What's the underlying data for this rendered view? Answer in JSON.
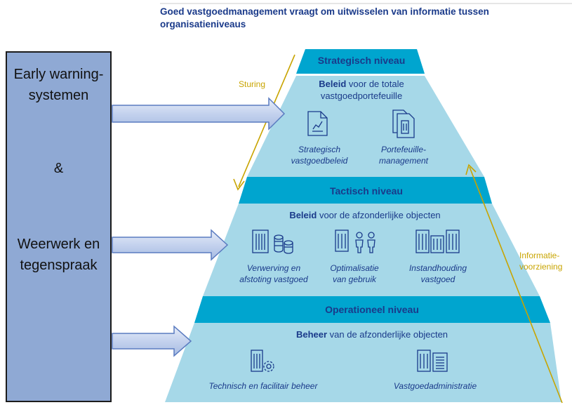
{
  "title": "Goed vastgoedmanagement vraagt om uitwisselen van informatie tussen organisatieniveaus",
  "left_panel": {
    "line1": "Early warning-",
    "line2": "systemen",
    "amp": "&",
    "line3": "Weerwerk en",
    "line4": "tegenspraak"
  },
  "side_labels": {
    "sturing": "Sturing",
    "info_line1": "Informatie-",
    "info_line2": "voorziening"
  },
  "levels": {
    "strategisch": {
      "header": "Strategisch niveau",
      "bold": "Beleid",
      "sub_rest": " voor de totale",
      "sub_line2": "vastgoedportefeuille",
      "items": [
        {
          "icon": "document-chart-icon",
          "line1": "Strategisch",
          "line2": "vastgoedbeleid"
        },
        {
          "icon": "portfolio-documents-icon",
          "line1": "Portefeuille-",
          "line2": "management"
        }
      ]
    },
    "tactisch": {
      "header": "Tactisch niveau",
      "bold": "Beleid",
      "sub_rest": " voor de afzonderlijke objecten",
      "items": [
        {
          "icon": "building-coins-icon",
          "line1": "Verwerving en",
          "line2": "afstoting vastgoed"
        },
        {
          "icon": "building-people-icon",
          "line1": "Optimalisatie",
          "line2": "van gebruik"
        },
        {
          "icon": "buildings-icon",
          "line1": "Instandhouding",
          "line2": "vastgoed"
        }
      ]
    },
    "operationeel": {
      "header": "Operationeel niveau",
      "bold": "Beheer",
      "sub_rest": " van de afzonderlijke objecten",
      "items": [
        {
          "icon": "building-gear-icon",
          "line1": "Technisch en facilitair beheer"
        },
        {
          "icon": "building-document-icon",
          "line1": "Vastgoedadministratie"
        }
      ]
    }
  },
  "colors": {
    "pyramid_light": "#a6d8e8",
    "pyramid_band": "#00a5cf",
    "text_blue": "#1a3a8a",
    "gold": "#c8a400",
    "left_box": "#8fa9d4",
    "arrow_fill": "#c4d2ee",
    "arrow_stroke": "#5a7bc0"
  }
}
